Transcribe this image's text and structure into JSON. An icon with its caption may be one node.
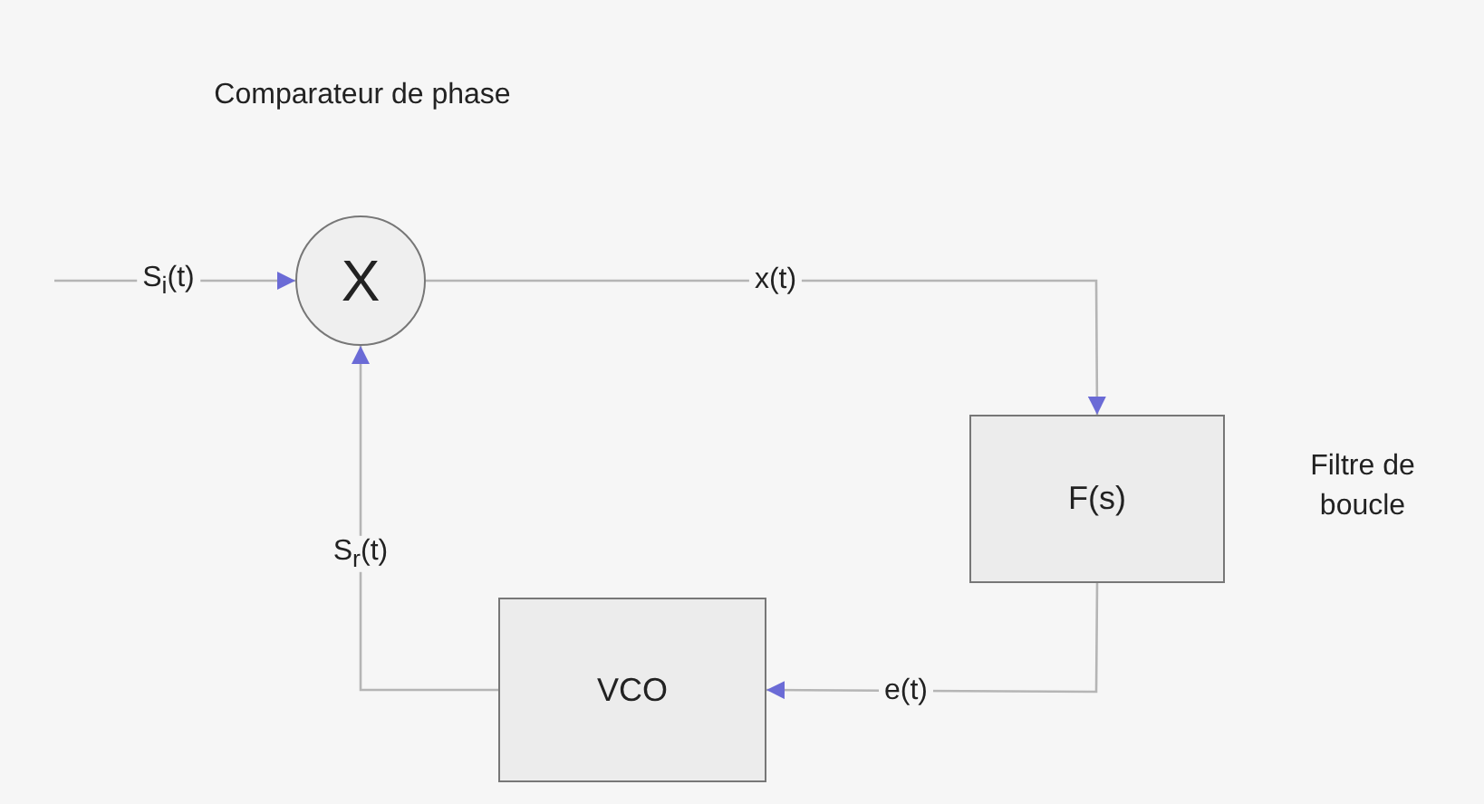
{
  "diagram": {
    "nodes": [
      {
        "text": [
          "Comparateur de phase",
          "X"
        ]
      },
      {
        "text": [
          "F(s)"
        ],
        "beside": [
          "Filtre de boucle"
        ]
      },
      {
        "text": [
          "VCO"
        ]
      }
    ],
    "edges": [
      {
        "from": null,
        "to": 0,
        "arrow": "to",
        "label": "S$_{i}$(t)"
      },
      {
        "from": 0,
        "to": 1,
        "arrow": "to",
        "label": "x(t)"
      },
      {
        "from": 1,
        "to": 2,
        "arrow": "to",
        "label": "e(t)"
      },
      {
        "from": 2,
        "to": 0,
        "arrow": "to",
        "label": "S$_{r}$(t)"
      }
    ]
  }
}
